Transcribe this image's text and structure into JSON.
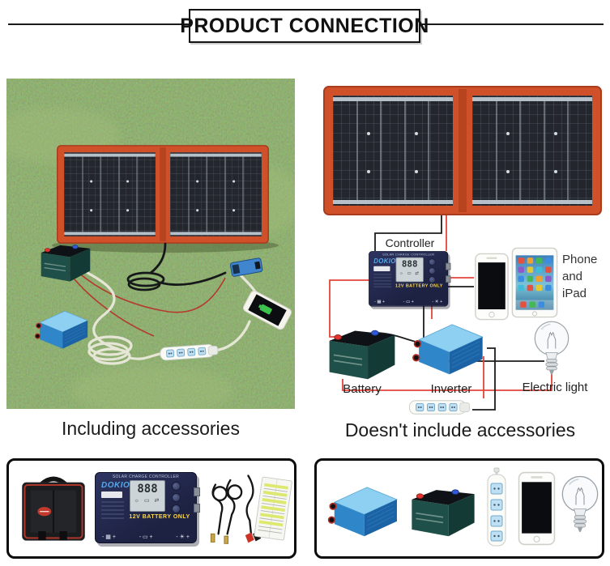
{
  "header": {
    "title": "PRODUCT CONNECTION"
  },
  "captions": {
    "left": "Including accessories",
    "right": "Doesn't include accessories"
  },
  "diagram": {
    "labels": {
      "controller": "Controller",
      "battery": "Battery",
      "inverter": "Inverter",
      "electric_light": "Electric light",
      "phone_line1": "Phone",
      "phone_line2": "and",
      "phone_line3": "iPad"
    }
  },
  "controller_device": {
    "header_text": "SOLAR CHARGE CONTROLLER",
    "brand": "DOKIO",
    "display_value": "888",
    "lcd_icons": "☼ ▭ ⇄",
    "battery_line": "12V BATTERY ONLY",
    "port_groups": [
      "- ▦ +",
      "- ▭ +",
      "- ☀ +"
    ]
  },
  "icons": {
    "solar_panel_icon": "▦",
    "battery_icon": "▭",
    "lamp_icon": "☀",
    "sun_icon": "☼"
  },
  "colors": {
    "panel_frame": "#d0502a",
    "panel_cells": "#23262c",
    "wire_red": "#e2453a",
    "wire_black": "#1c1c1c",
    "inverter_blue": "#2f86c8",
    "battery_green": "#1e4f48",
    "controller_navy": "#242a4c",
    "grass": "#7e9c60",
    "lcd_text_yellow": "#ffd94a"
  }
}
